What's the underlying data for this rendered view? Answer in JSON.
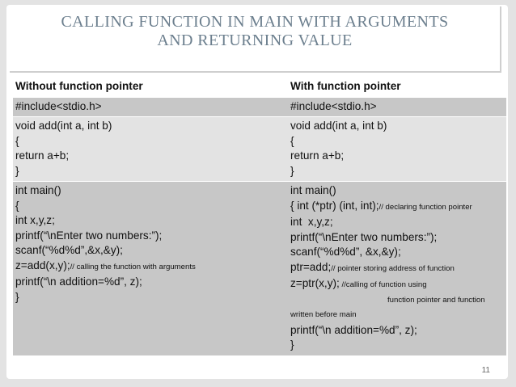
{
  "title": {
    "line1": "CALLING FUNCTION IN MAIN WITH ARGUMENTS",
    "line2": "AND RETURNING VALUE"
  },
  "table": {
    "headers": [
      "Without function pointer",
      "With function pointer"
    ],
    "row1": {
      "left": "#include<stdio.h>",
      "right": "#include<stdio.h>"
    },
    "row2": {
      "left": [
        "void add(int a, int b)",
        "{",
        "return a+b;",
        "}"
      ],
      "right": [
        "void add(int a, int b)",
        "{",
        "return a+b;",
        "}"
      ]
    },
    "row3": {
      "left": {
        "l1": "int main()",
        "l2": "{",
        "l3": "int x,y,z;",
        "l4": "printf(“\\nEnter two numbers:”);",
        "l5": "scanf(“%d%d”,&x,&y);",
        "l6_code": "z=add(x,y);",
        "l6_comment": "// calling the function with arguments",
        "l7": "printf(“\\n addition=%d”, z);",
        "l8": "}"
      },
      "right": {
        "l1": "int main()",
        "l2_code": "{ int (*ptr) (int, int);",
        "l2_comment": "// declaring function pointer",
        "l3": "int  x,y,z;",
        "l4": "printf(“\\nEnter two numbers:”);",
        "l5": "scanf(“%d%d”, &x,&y);",
        "l6_code": "ptr=add;",
        "l6_comment": "// pointer storing address of function",
        "l7_code": "z=ptr(x,y);",
        "l7_comment": " //calling of function using",
        "l8_comment": "function pointer and function",
        "l9_comment": "written before main",
        "l10": "printf(“\\n addition=%d”, z);",
        "l11": "}"
      }
    }
  },
  "page_number": "11"
}
